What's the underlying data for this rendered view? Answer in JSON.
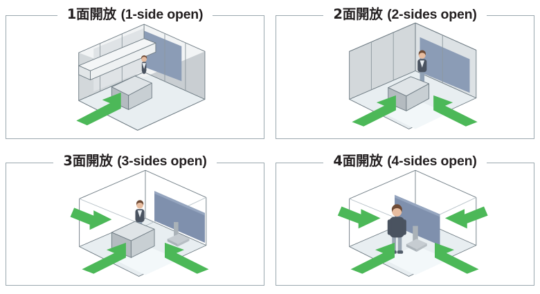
{
  "figure": {
    "kind": "exhibition-booth-opening-types",
    "panel_count": 4,
    "colors": {
      "frame_border": "#9aa7ae",
      "arrow_green": "#4CB858",
      "arrow_green_dark": "#3AA34A",
      "wall_grey": "#d3d8db",
      "wall_grey_shade": "#c2c8cc",
      "wall_grey_light": "#e6eaec",
      "back_wall_blue": "#8b9cb6",
      "floor": "#e8eef1",
      "floor_edge": "#ccd6dc",
      "counter": "#b9c0c4",
      "counter_top": "#dfe4e7",
      "outline": "#6f7c84",
      "title_text": "#231f20",
      "monitor_screen": "#7f90ad",
      "suit": "#4a5360",
      "hair": "#6e4b36",
      "skin": "#e8bda0",
      "pants": "#9aa6b4"
    }
  },
  "panels": [
    {
      "id": "panel-1-side-open",
      "title_ja": "1面開放",
      "title_en": "(1-side open)",
      "open_sides": 1,
      "arrows": 1,
      "has_counter": true,
      "has_person": true,
      "has_monitor": false,
      "back_wall_blue": true
    },
    {
      "id": "panel-2-sides-open",
      "title_ja": "2面開放",
      "title_en": "(2-sides open)",
      "open_sides": 2,
      "arrows": 2,
      "has_counter": true,
      "has_person": true,
      "has_monitor": false,
      "back_wall_blue": true
    },
    {
      "id": "panel-3-sides-open",
      "title_ja": "3面開放",
      "title_en": "(3-sides open)",
      "open_sides": 3,
      "arrows": 3,
      "has_counter": true,
      "has_person": true,
      "has_monitor": true,
      "back_wall_blue": false
    },
    {
      "id": "panel-4-sides-open",
      "title_ja": "4面開放",
      "title_en": "(4-sides open)",
      "open_sides": 4,
      "arrows": 4,
      "has_counter": false,
      "has_person": true,
      "has_monitor": true,
      "back_wall_blue": false
    }
  ]
}
